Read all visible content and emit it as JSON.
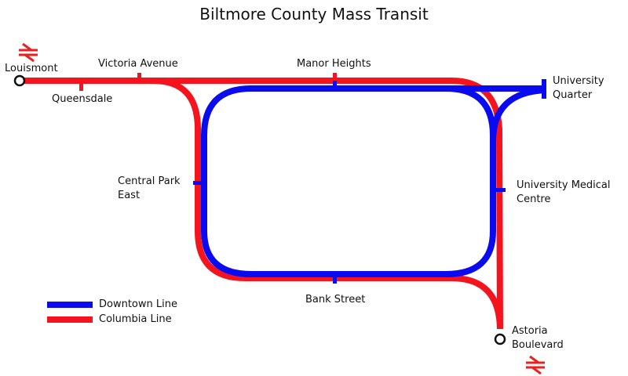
{
  "title": "Biltmore County Mass Transit",
  "colors": {
    "downtown": "#0a0af0",
    "columbia": "#f5141e",
    "rail_icon": "#e8231f"
  },
  "lines": [
    {
      "id": "downtown",
      "name": "Downtown Line"
    },
    {
      "id": "columbia",
      "name": "Columbia Line"
    }
  ],
  "stations": {
    "louismont": "Louismont",
    "queensdale": "Queensdale",
    "victoria_avenue": "Victoria Avenue",
    "manor_heights": "Manor Heights",
    "university_quarter": [
      "University",
      "Quarter"
    ],
    "central_park_east": [
      "Central Park",
      "East"
    ],
    "university_medical_centre": [
      "University Medical",
      "Centre"
    ],
    "bank_street": "Bank Street",
    "astoria_boulevard": [
      "Astoria",
      "Boulevard"
    ]
  },
  "icons": {
    "interchange": "circle-interchange-icon",
    "national_rail": "national-rail-icon"
  }
}
